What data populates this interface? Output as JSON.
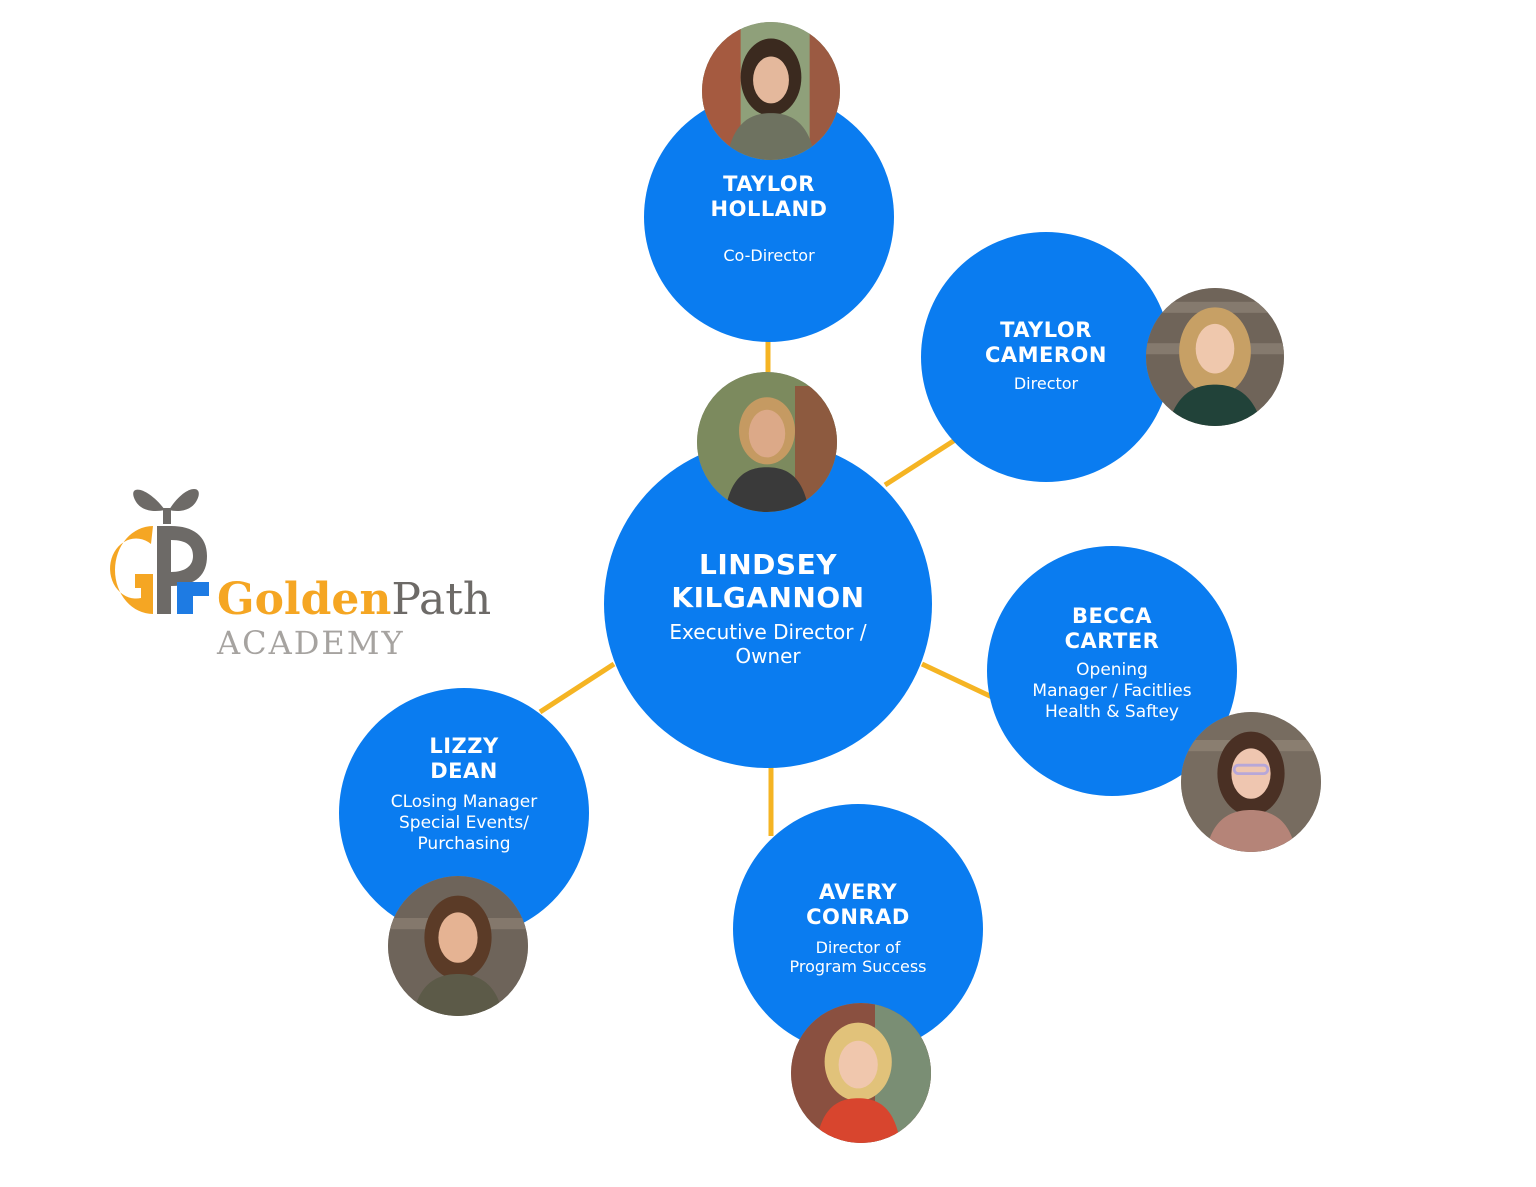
{
  "colors": {
    "node_fill": "#0a7cf0",
    "connector": "#f5b423",
    "logo_gold": "#f5a623",
    "logo_gray": "#6d6a67",
    "logo_blue": "#1e7be3"
  },
  "logo": {
    "word1": "Golden",
    "word2": "Path",
    "word3": "ACADEMY",
    "monogram_icon": "gp-sprout-icon"
  },
  "center": {
    "name_line1": "LINDSEY",
    "name_line2": "KILGANNON",
    "role_line1": "Executive Director /",
    "role_line2": "Owner"
  },
  "taylor_h": {
    "name_line1": "TAYLOR",
    "name_line2": "HOLLAND",
    "role": "Co-Director"
  },
  "taylor_c": {
    "name_line1": "TAYLOR",
    "name_line2": "CAMERON",
    "role": "Director"
  },
  "becca": {
    "name_line1": "BECCA",
    "name_line2": "CARTER",
    "role_line1": "Opening",
    "role_line2": "Manager / Facitlies",
    "role_line3": "Health & Saftey"
  },
  "avery": {
    "name_line1": "AVERY",
    "name_line2": "CONRAD",
    "role_line1": "Director of",
    "role_line2": "Program Success"
  },
  "lizzy": {
    "name_line1": "LIZZY",
    "name_line2": "DEAN",
    "role_line1": "CLosing Manager",
    "role_line2": "Special Events/",
    "role_line3": "Purchasing"
  }
}
